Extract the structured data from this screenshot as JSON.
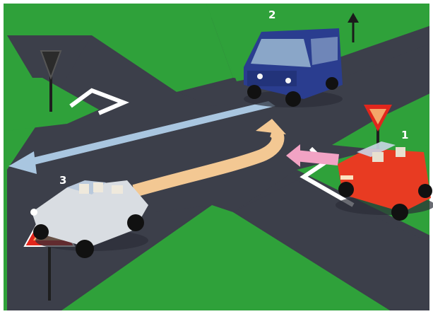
{
  "scene": {
    "vehicle_labels": {
      "car_red": "1",
      "van_blue": "2",
      "car_white": "3"
    },
    "colors": {
      "grass": "#2fa13a",
      "road": "#3c3f4a",
      "marking": "#ffffff",
      "path_white_car_straight": "#a9c6e0",
      "path_white_car_turn": "#f3c893",
      "path_red_car": "#f2a3c4",
      "van": "#2a3d8f",
      "red_car": "#e83b22",
      "white_car": "#d9dde2",
      "sign_red": "#e1261c",
      "sign_fill": "#f4a66a",
      "sign_dark": "#2b2b2b"
    },
    "signs": [
      {
        "name": "yield-sign-top-left",
        "type": "give-way"
      },
      {
        "name": "yield-sign-right",
        "type": "give-way"
      },
      {
        "name": "priority-warning-sign",
        "type": "crossroad-with-priority"
      }
    ],
    "arrows": [
      {
        "name": "direction-arrow-up-icon",
        "direction": "up"
      }
    ]
  }
}
